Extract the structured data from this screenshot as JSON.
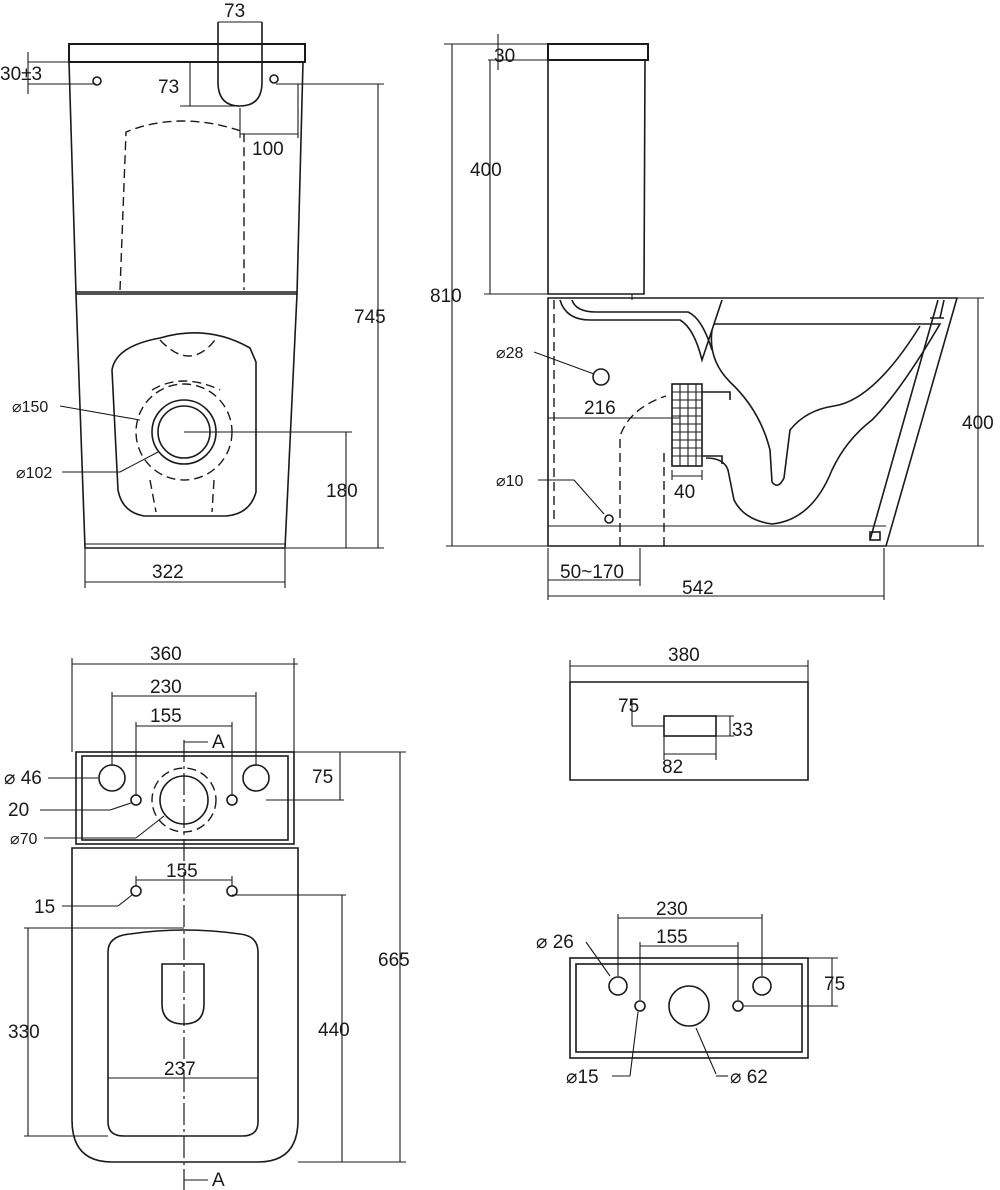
{
  "views": {
    "front": {
      "labels": {
        "tank_width_top": "73",
        "tank_offset": "30±3",
        "inlet_drop": "73",
        "inlet_offset": "100",
        "total_height": "745",
        "bowl_outer_diameter": "⌀150",
        "outlet_diameter": "⌀102",
        "outlet_height": "180",
        "base_width": "322"
      }
    },
    "side": {
      "labels": {
        "cistern_top": "30",
        "cistern_height": "400",
        "overall_height": "810",
        "inlet_hole": "⌀28",
        "outlet_height": "216",
        "outlet_pipe": "40",
        "fixing_hole": "⌀10",
        "bowl_height": "400",
        "outlet_distance": "50~170",
        "overall_depth": "542"
      }
    },
    "plan": {
      "labels": {
        "tank_width": "360",
        "hole_spacing_outer": "230",
        "hole_spacing_inner": "155",
        "section_top": "A",
        "section_bottom": "A",
        "hole_46": "⌀ 46",
        "hole_20": "20",
        "hole_70": "⌀70",
        "tank_depth": "75",
        "seat_spacing": "155",
        "seat_hole": "15",
        "overall_length": "665",
        "seat_length": "330",
        "bowl_length": "440",
        "bowl_width": "237"
      }
    },
    "lid": {
      "labels": {
        "lid_width": "380",
        "button_offset": "75",
        "button_height": "33",
        "button_width": "82"
      }
    },
    "cistern_base": {
      "labels": {
        "hole_spacing_outer": "230",
        "hole_spacing_inner": "155",
        "hole_26": "⌀ 26",
        "depth": "75",
        "hole_15": "⌀15",
        "hole_62": "⌀ 62"
      }
    }
  }
}
